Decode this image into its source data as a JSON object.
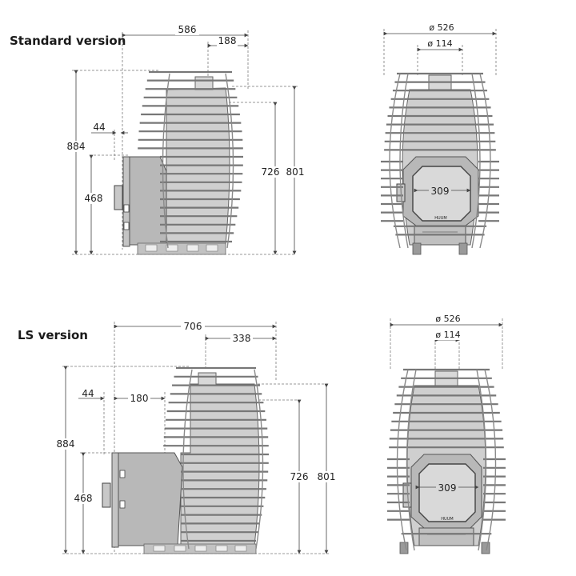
{
  "sections": {
    "standard": {
      "title": "Standard version"
    },
    "ls": {
      "title": "LS version"
    }
  },
  "dims": {
    "std_width": "586",
    "std_pipe_offset": "188",
    "std_height": "884",
    "std_lid_offset": "44",
    "std_door_height": "468",
    "std_pipe_height": "726",
    "std_total_801": "801",
    "std_diameter": "ø 526",
    "std_pipe_diameter": "ø 114",
    "std_door_width": "309",
    "ls_width": "706",
    "ls_pipe_offset": "338",
    "ls_height": "884",
    "ls_lid_offset": "44",
    "ls_door_offset": "180",
    "ls_door_height": "468",
    "ls_pipe_height": "726",
    "ls_total_801": "801",
    "ls_diameter": "ø 526",
    "ls_pipe_diameter": "ø 114",
    "ls_door_width": "309"
  }
}
